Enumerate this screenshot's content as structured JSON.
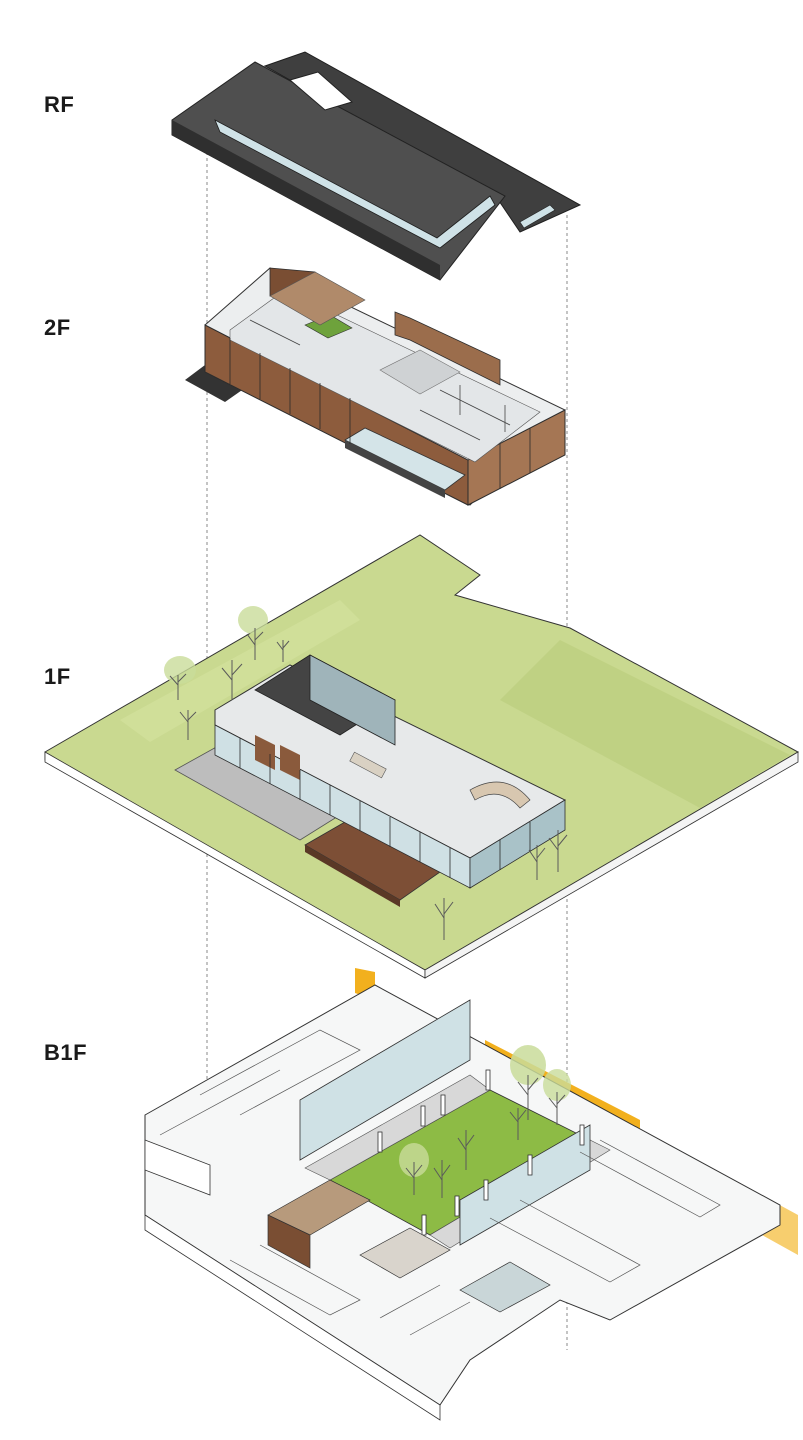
{
  "labels": {
    "rf": "RF",
    "f2": "2F",
    "f1": "1F",
    "b1f": "B1F"
  },
  "colors": {
    "roof_dark": "#4a4a4a",
    "roof_mid": "#5c5c5c",
    "roof_edge": "#2e2e2e",
    "glazing": "#d7e6ea",
    "wood": "#8a5a3c",
    "wood_light": "#a87b58",
    "grass": "#c8d98c",
    "grass_dark": "#9fb56a",
    "lawn": "#8dbb45",
    "accent_yellow": "#f2b01e",
    "slab_edge": "#ffffff",
    "line": "#3a3a3a",
    "floor_light": "#e9ebec",
    "paving": "#bfbfbf",
    "tree": "#b9d78a"
  }
}
